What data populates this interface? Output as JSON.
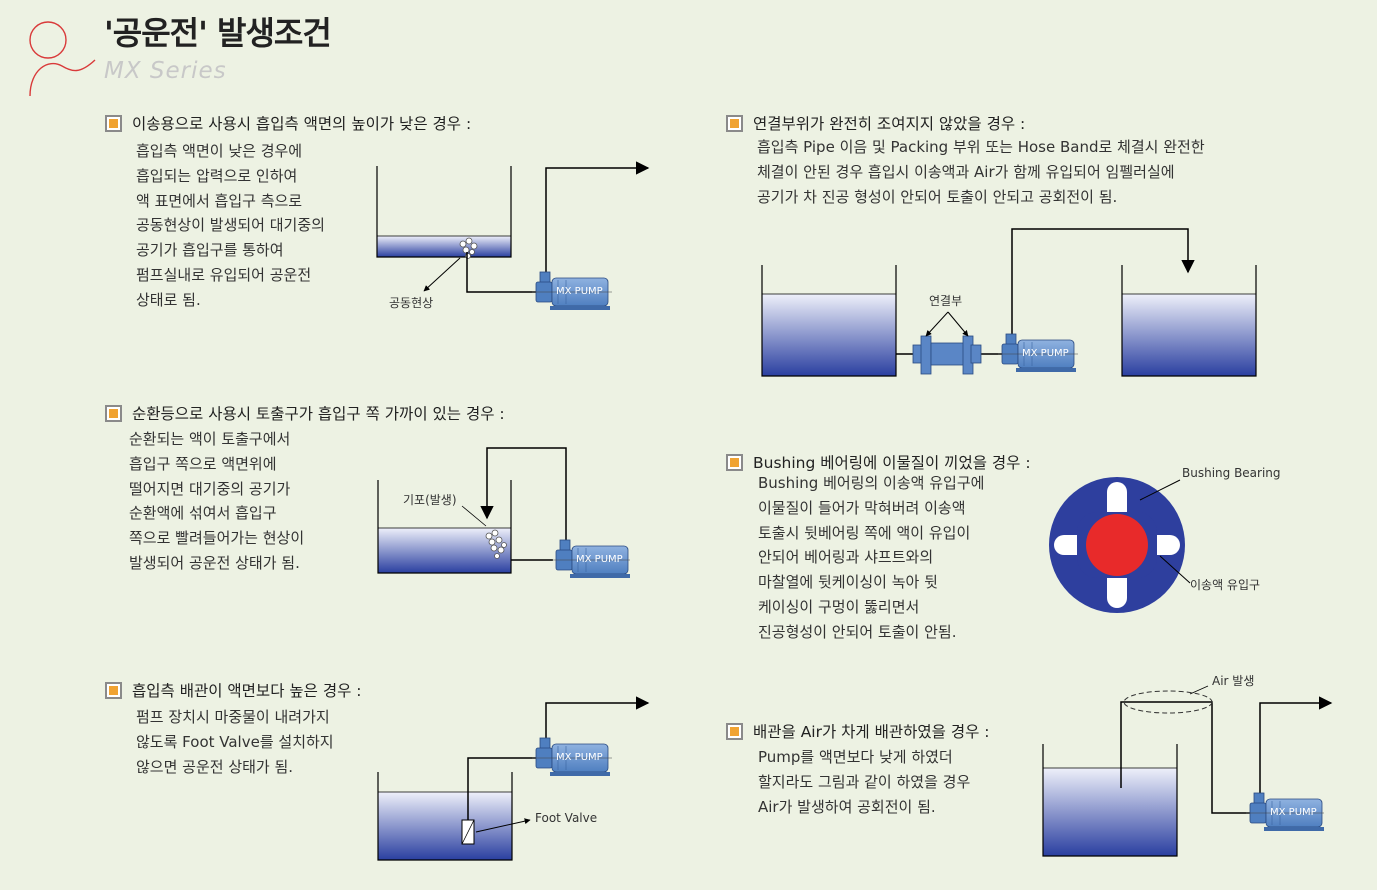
{
  "header": {
    "title": "'공운전' 발생조건",
    "series": "MX Series"
  },
  "pump_label": "MX PUMP",
  "sections": [
    {
      "heading": "이송용으로 사용시 흡입측 액면의 높이가 낮은 경우 :",
      "body": "흡입측 액면이 낮은 경우에\n흡입되는 압력으로 인하여\n액 표면에서 흡입구 측으로\n공동현상이 발생되어 대기중의\n공기가 흡입구를 통하여\n펌프실내로 유입되어 공운전\n상태로 됨.",
      "label": "공동현상"
    },
    {
      "heading": "순환등으로 사용시 토출구가 흡입구 쪽 가까이 있는 경우 :",
      "body": "순환되는 액이 토출구에서\n흡입구 쪽으로 액면위에\n떨어지면 대기중의 공기가\n순환액에 섞여서 흡입구\n쪽으로 빨려들어가는 현상이\n발생되어 공운전 상태가 됨.",
      "label": "기포(발생)"
    },
    {
      "heading": "흡입측 배관이 액면보다 높은 경우 :",
      "body": "펌프 장치시 마중물이 내려가지\n않도록 Foot Valve를 설치하지\n않으면 공운전 상태가 됨.",
      "label": "Foot Valve"
    },
    {
      "heading": "연결부위가 완전히 조여지지 않았을 경우 :",
      "body": "흡입측 Pipe 이음 및 Packing 부위 또는 Hose Band로 체결시 완전한\n체결이 안된 경우 흡입시 이송액과 Air가 함께 유입되어 임펠러실에\n공기가 차 진공 형성이 안되어 토출이 안되고 공회전이 됨.",
      "label": "연결부"
    },
    {
      "heading": "Bushing 베어링에 이물질이 끼었을 경우 :",
      "body": "Bushing 베어링의 이송액 유입구에\n이물질이 들어가 막혀버려 이송액\n토출시 뒷베어링 쪽에 액이 유입이\n안되어 베어링과 샤프트와의\n마찰열에 뒷케이싱이 녹아 뒷\n케이싱이 구멍이 뚫리면서\n진공형성이 안되어 토출이 안됨.",
      "label": "Bushing Bearing",
      "label2": "이송액 유입구"
    },
    {
      "heading": "배관을 Air가 차게 배관하였을 경우 :",
      "body": "Pump를 액면보다 낮게 하였더\n할지라도 그림과 같이 하였을 경우\nAir가 발생하여 공회전이 됨.",
      "label": "Air 발생"
    }
  ]
}
